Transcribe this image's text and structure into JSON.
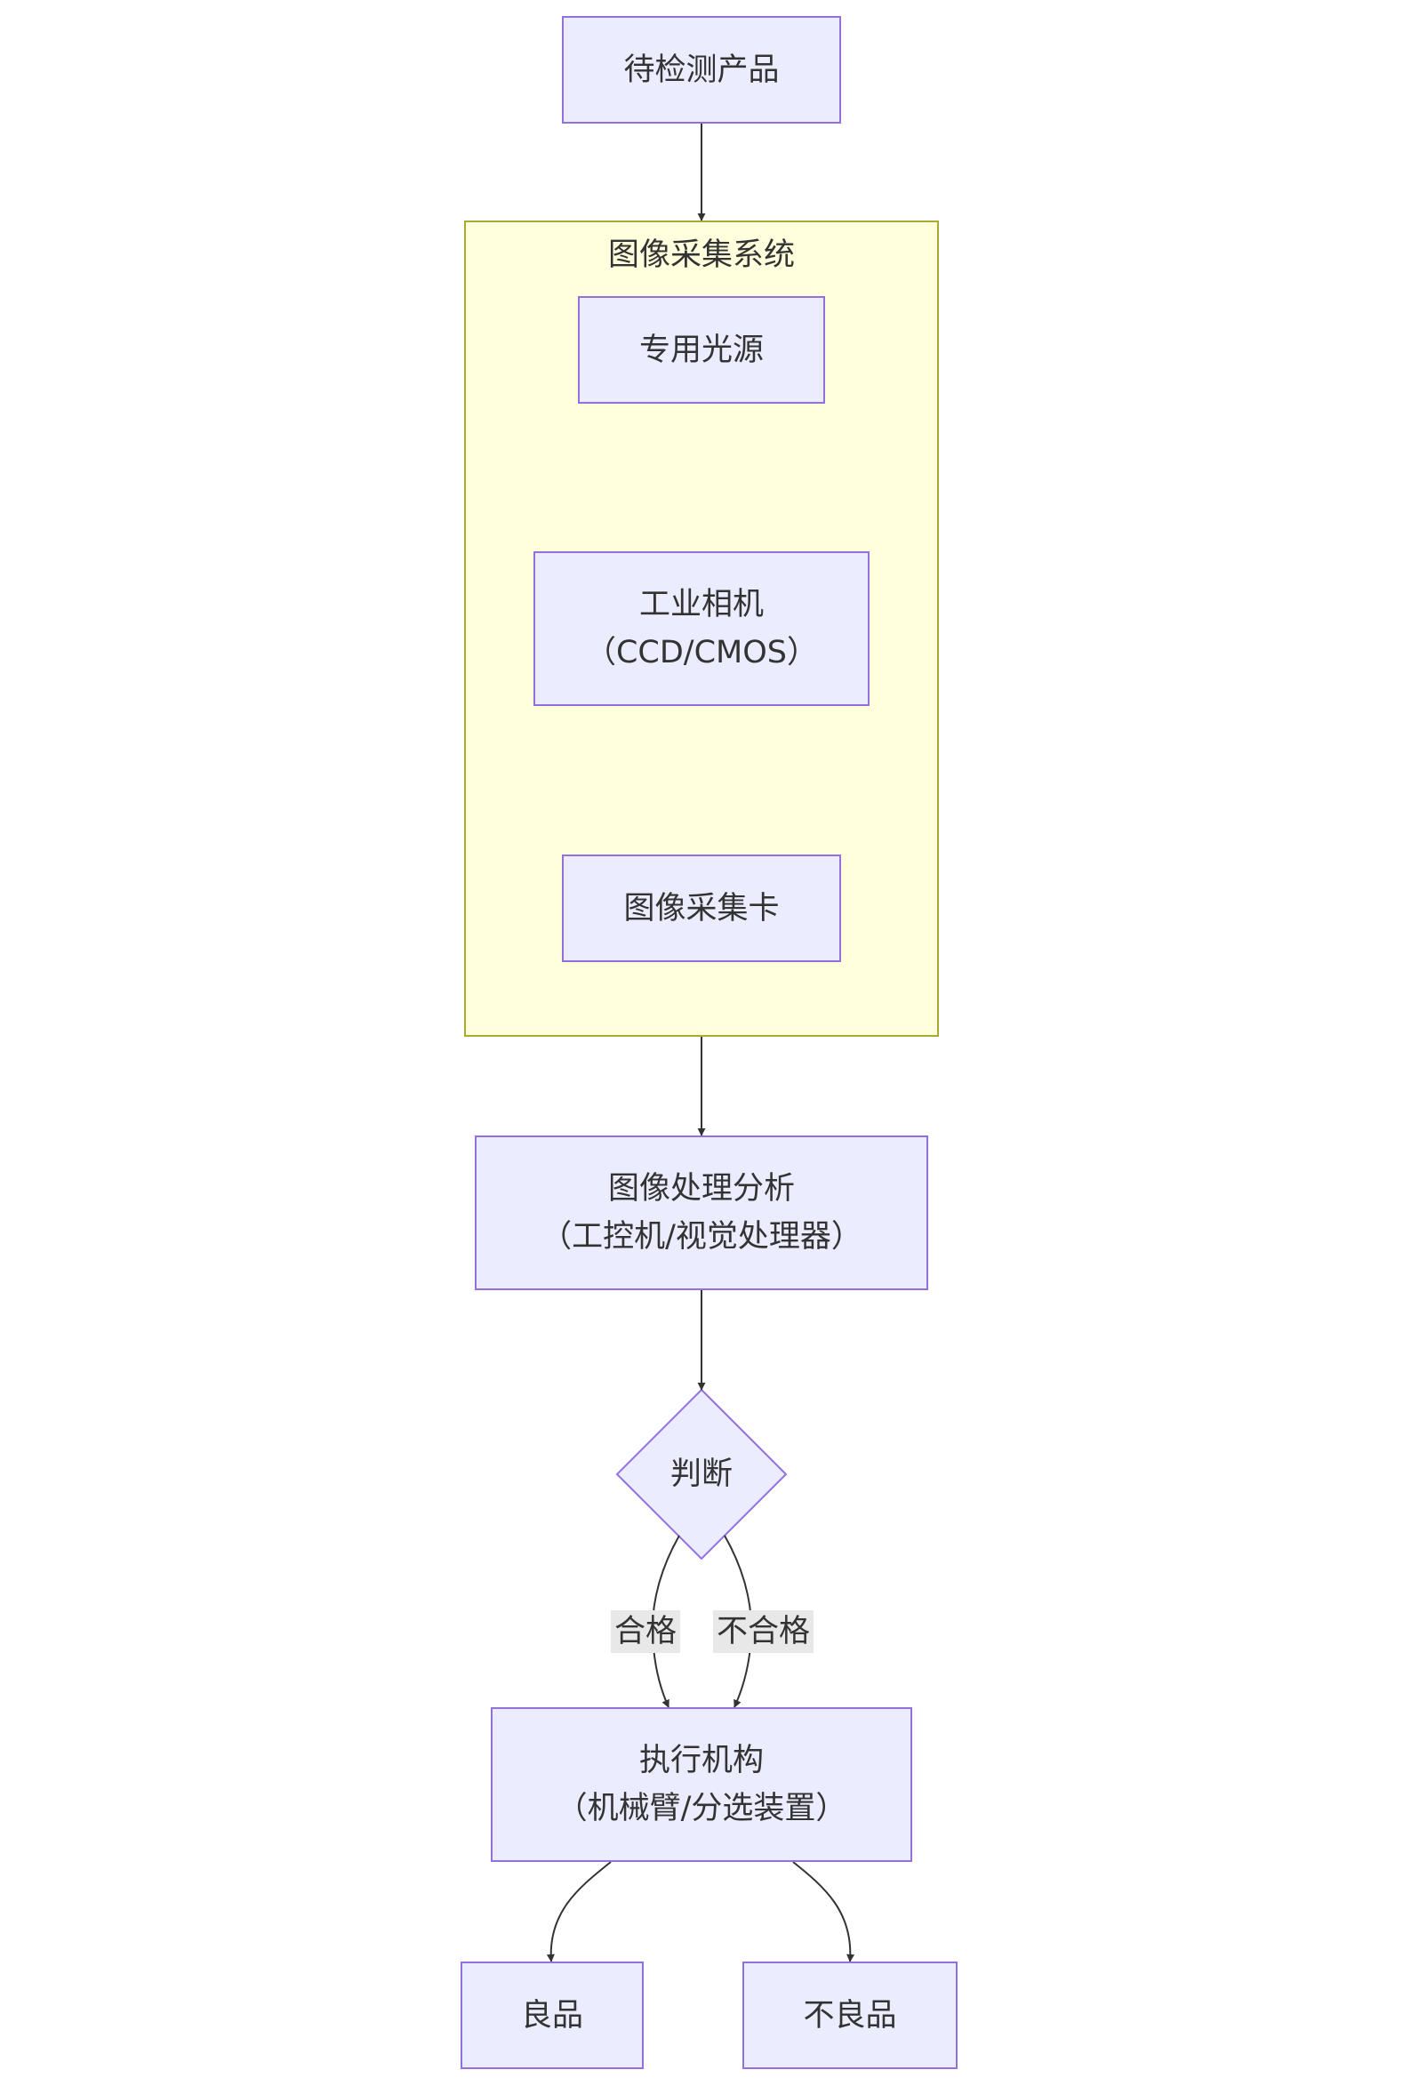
{
  "cluster": {
    "title": "图像采集系统"
  },
  "nodes": {
    "product": {
      "lines": [
        "待检测产品"
      ]
    },
    "light": {
      "lines": [
        "专用光源"
      ]
    },
    "camera": {
      "lines": [
        "工业相机",
        "（CCD/CMOS）"
      ]
    },
    "grabber": {
      "lines": [
        "图像采集卡"
      ]
    },
    "processing": {
      "lines": [
        "图像处理分析",
        "（工控机/视觉处理器）"
      ]
    },
    "judge": {
      "label": "判断"
    },
    "actuator": {
      "lines": [
        "执行机构",
        "（机械臂/分选装置）"
      ]
    },
    "good": {
      "lines": [
        "良品"
      ]
    },
    "bad": {
      "lines": [
        "不良品"
      ]
    }
  },
  "edge_labels": {
    "pass": "合格",
    "fail": "不合格"
  },
  "colors": {
    "node_fill": "#ececff",
    "node_stroke": "#9370db",
    "cluster_fill": "#ffffde",
    "cluster_stroke": "#aaaa33",
    "edge": "#333333",
    "edge_label_bg": "#e8e8e8",
    "text": "#333333"
  }
}
